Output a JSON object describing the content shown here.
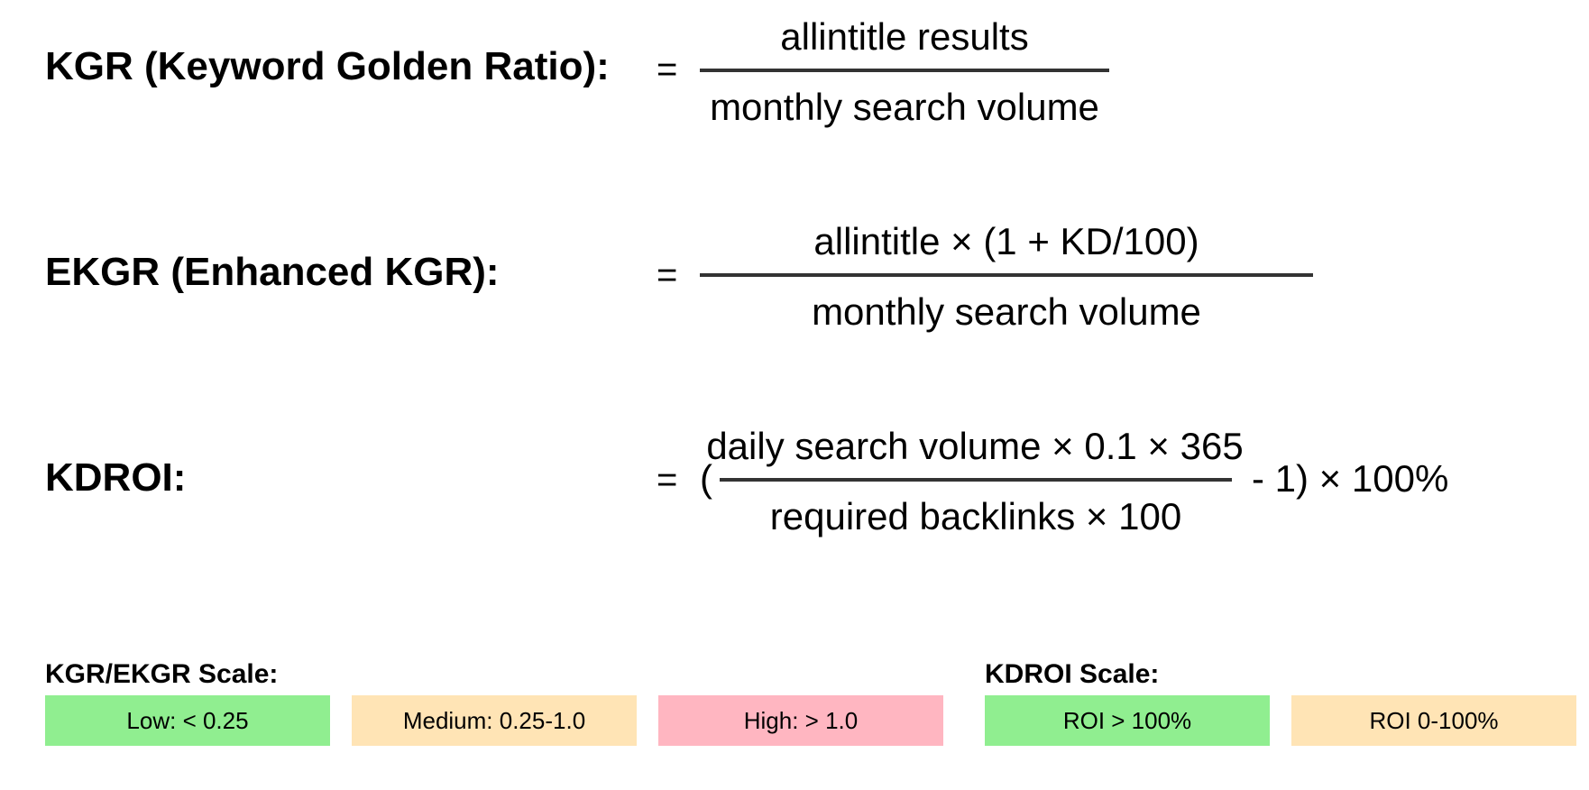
{
  "formulas": {
    "kgr": {
      "label": "KGR (Keyword Golden Ratio):",
      "equals": "=",
      "numerator": "allintitle results",
      "denominator": "monthly search volume"
    },
    "ekgr": {
      "label": "EKGR (Enhanced KGR):",
      "equals": "=",
      "numerator": "allintitle × (1 + KD/100)",
      "denominator": "monthly search volume"
    },
    "kdroi": {
      "label": "KDROI:",
      "equals": "=",
      "open_paren": "(",
      "numerator": "daily search volume × 0.1 × 365",
      "denominator": "required backlinks × 100",
      "suffix": "- 1) × 100%"
    }
  },
  "scales": {
    "kgr_scale": {
      "title": "KGR/EKGR Scale:",
      "items": [
        {
          "label": "Low: < 0.25",
          "color": "#90ee90"
        },
        {
          "label": "Medium: 0.25-1.0",
          "color": "#ffe4b5"
        },
        {
          "label": "High: > 1.0",
          "color": "#ffb6c1"
        }
      ]
    },
    "kdroi_scale": {
      "title": "KDROI Scale:",
      "items": [
        {
          "label": "ROI > 100%",
          "color": "#90ee90"
        },
        {
          "label": "ROI 0-100%",
          "color": "#ffe4b5"
        }
      ]
    }
  }
}
